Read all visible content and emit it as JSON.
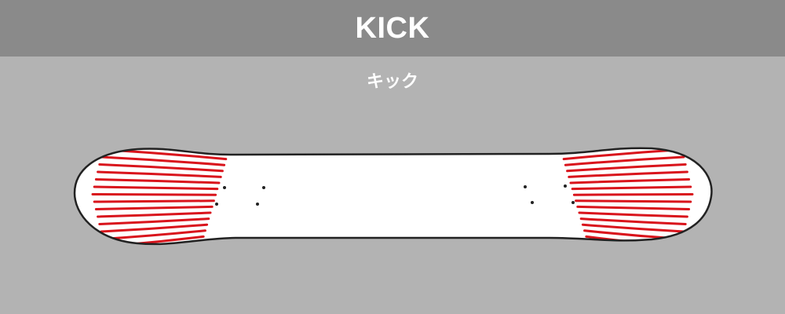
{
  "header": {
    "title": "KICK"
  },
  "caption": {
    "subtitle": "キック"
  },
  "colors": {
    "header_bg": "#8a8a8a",
    "page_bg": "#b3b3b3",
    "deck_fill": "#ffffff",
    "deck_outline": "#222222",
    "kick_highlight": "#d9141c",
    "text": "#ffffff"
  },
  "diagram": {
    "subject": "skateboard-deck-top-view",
    "highlighted_parts": [
      "nose-kick",
      "tail-kick"
    ],
    "truck_bolt_sets": 2
  }
}
